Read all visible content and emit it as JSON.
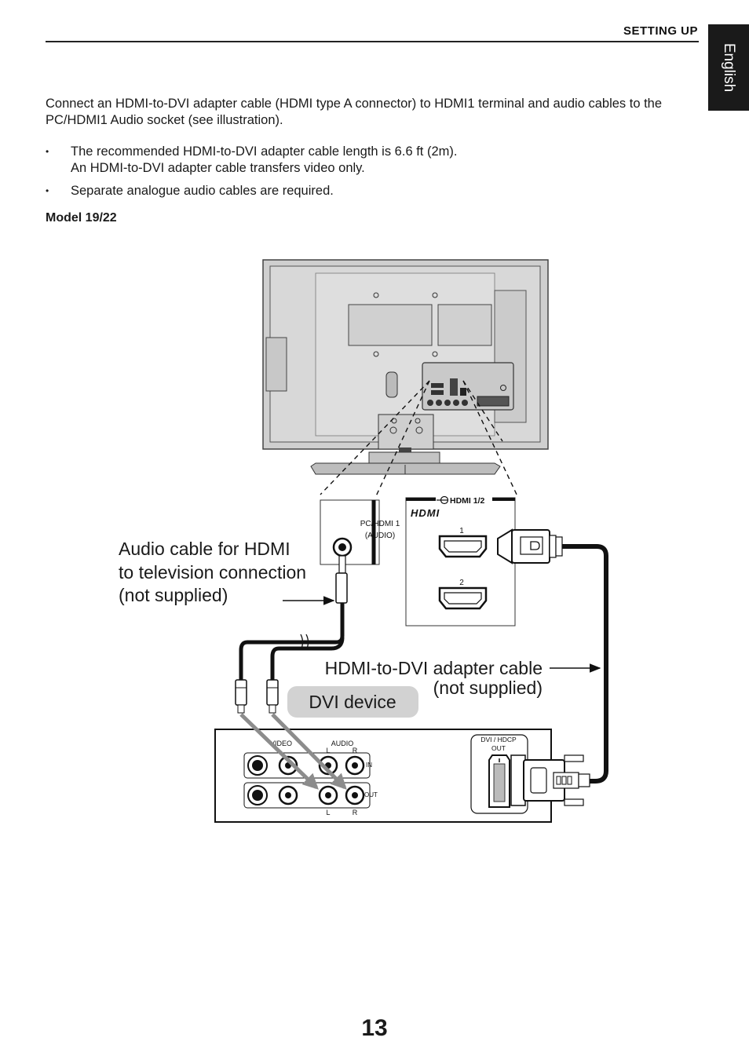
{
  "header": {
    "section_label": "SETTING UP",
    "language_tab": "English"
  },
  "content": {
    "intro": "Connect an HDMI-to-DVI adapter cable (HDMI type A connector) to HDMI1 terminal and audio cables to the PC/HDMI1 Audio socket (see illustration).",
    "bullets": [
      {
        "line1": "The recommended HDMI-to-DVI adapter cable length is 6.6 ft (2m).",
        "line2": "An HDMI-to-DVI adapter cable transfers video only."
      },
      {
        "line1": "Separate analogue audio cables are required."
      }
    ],
    "model_label": "Model 19/22"
  },
  "diagram": {
    "audio_panel": {
      "label_line1": "PC/HDMI 1",
      "label_line2": "(AUDIO)"
    },
    "hdmi_panel": {
      "header": "HDMI 1/2",
      "logo": "HDMI",
      "port1": "1",
      "port2": "2"
    },
    "audio_cable_caption": {
      "line1": "Audio cable for HDMI",
      "line2": "to television connection",
      "line3": "(not supplied)"
    },
    "adapter_caption": {
      "line1": "HDMI-to-DVI adapter cable",
      "line2": "(not supplied)"
    },
    "device_badge": "DVI device",
    "device_panel": {
      "video": "VIDEO",
      "audio": "AUDIO",
      "audio_l": "L",
      "audio_r": "R",
      "in": "IN",
      "out": "OUT",
      "out_l": "L",
      "out_r": "R",
      "dvi_line1": "DVI / HDCP",
      "dvi_line2": "OUT"
    }
  },
  "page_number": "13"
}
